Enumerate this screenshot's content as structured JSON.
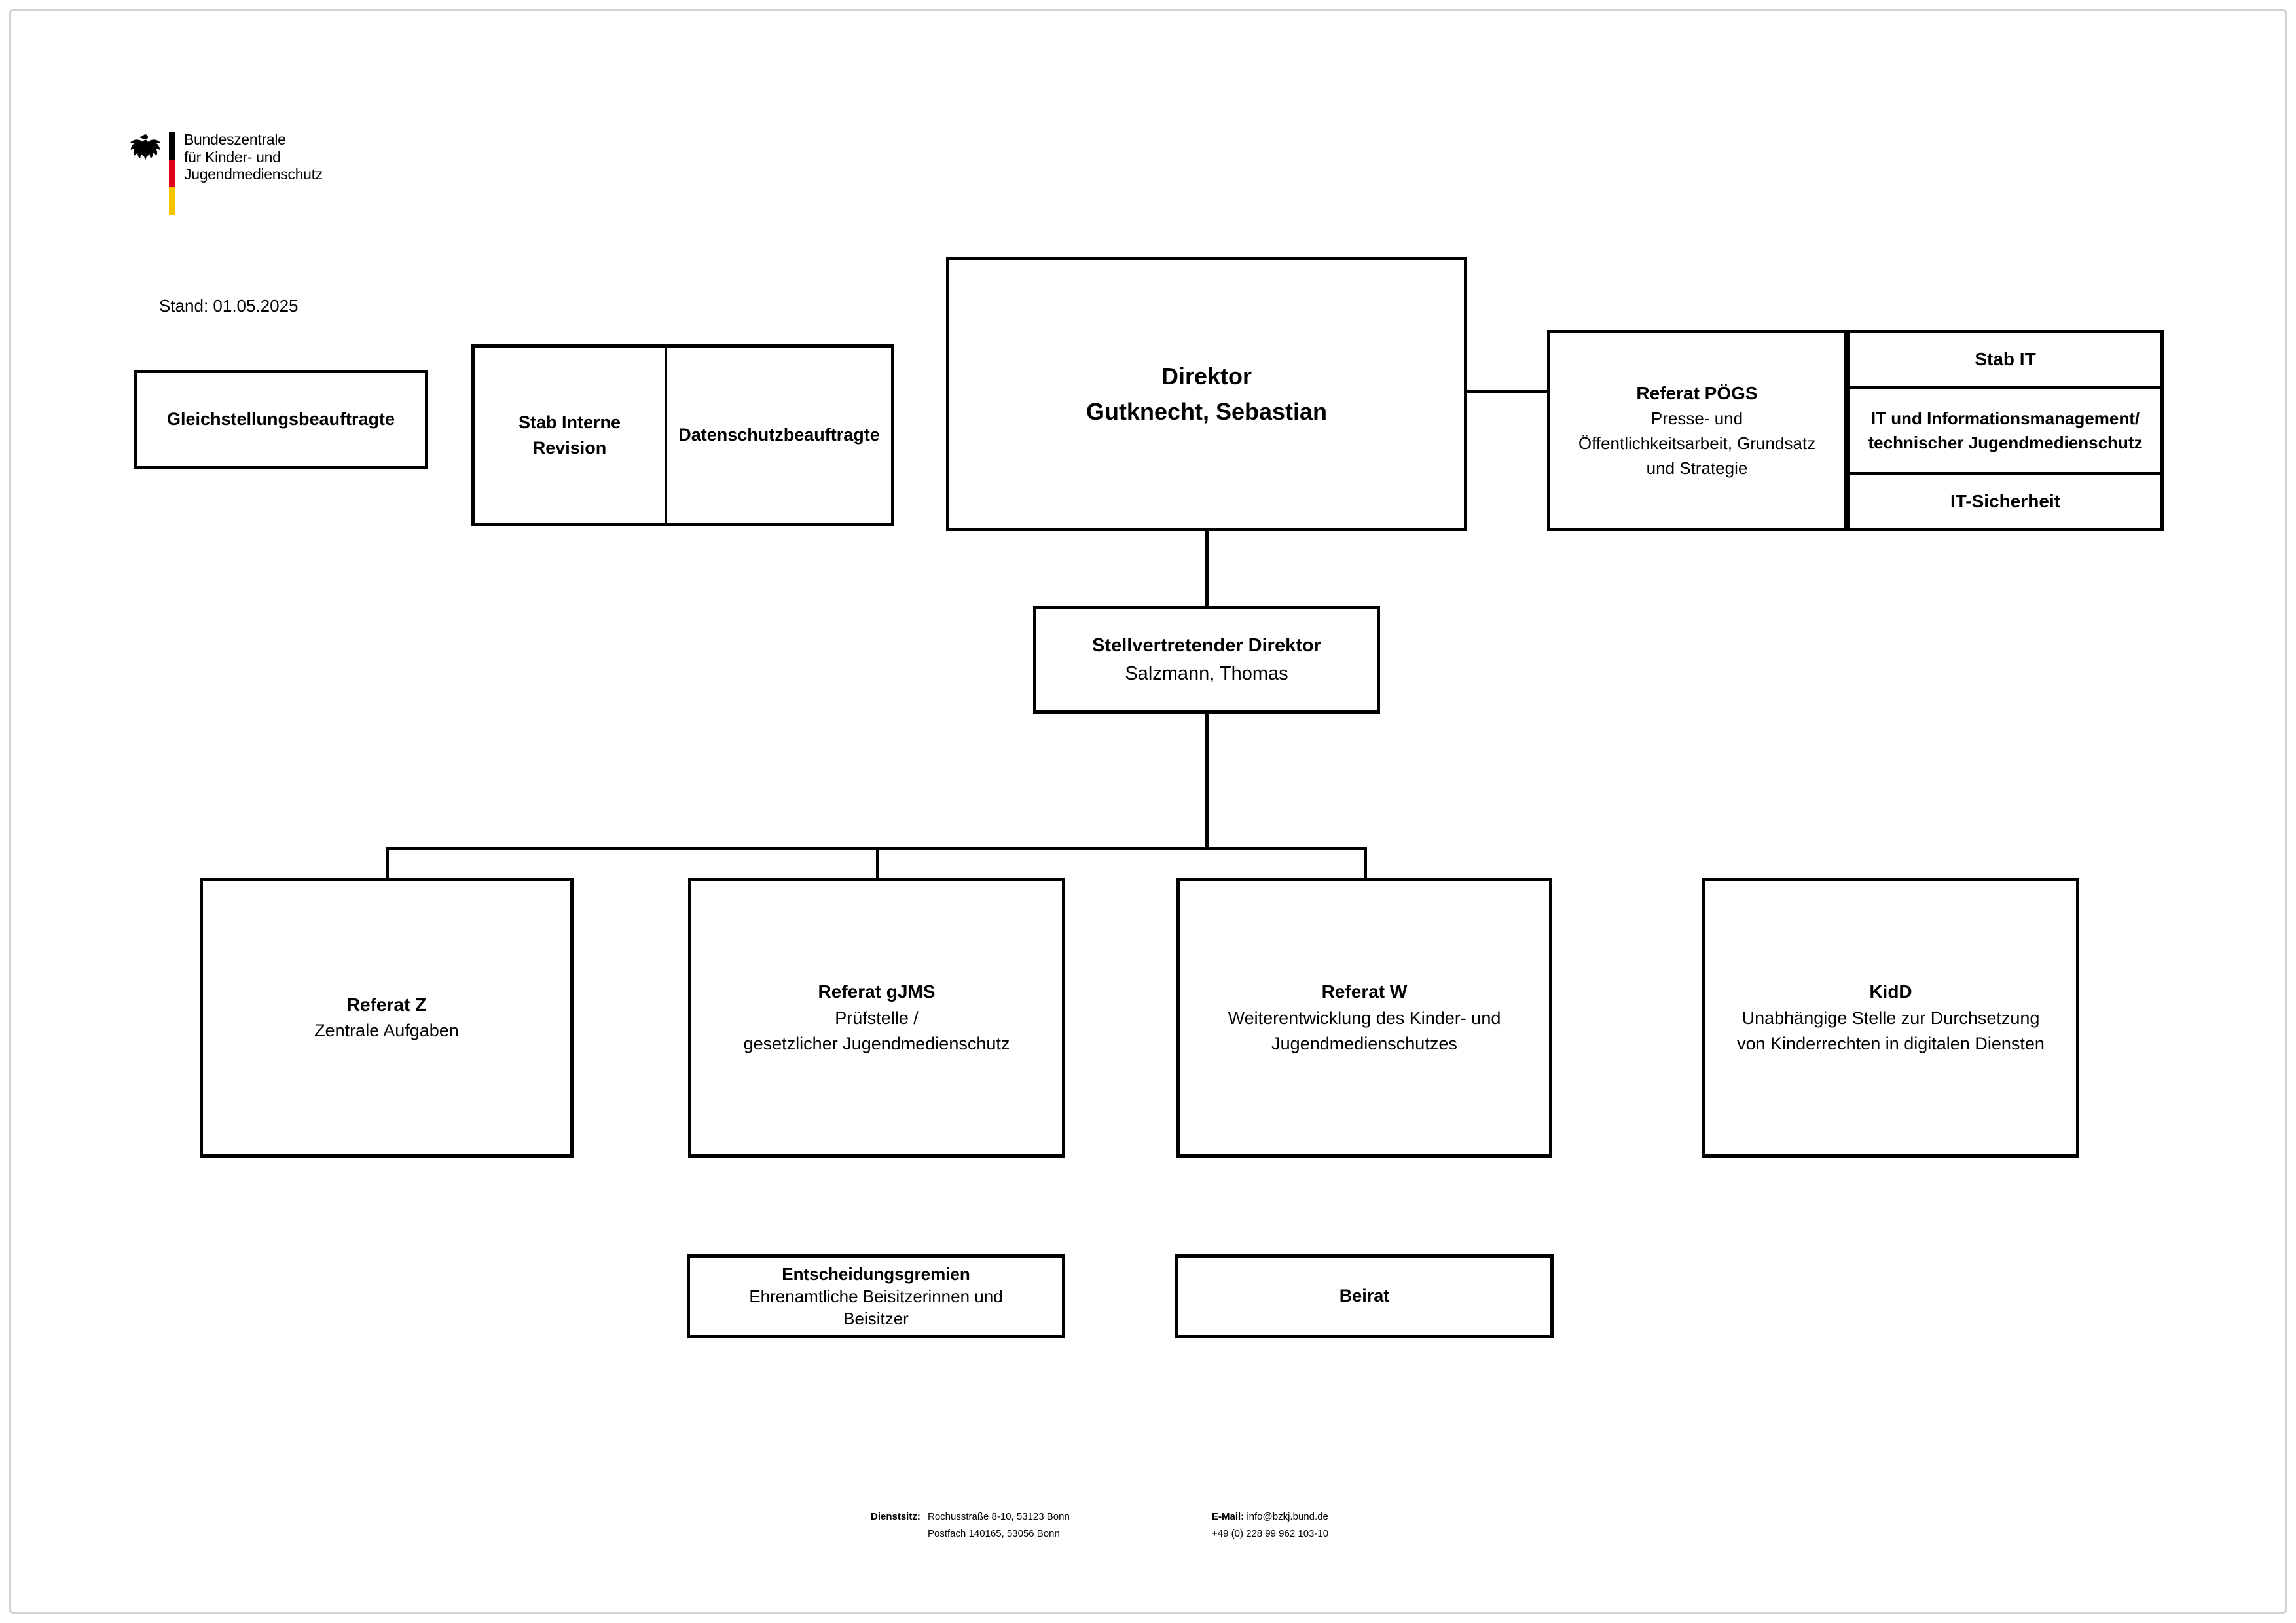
{
  "page": {
    "stand": "Stand: 01.05.2025"
  },
  "logo": {
    "line1": "Bundeszentrale",
    "line2": "für Kinder- und",
    "line3": "Jugendmedienschutz",
    "flag_colors": {
      "black": "#000000",
      "red": "#e2001a",
      "gold": "#f6c500"
    }
  },
  "colors": {
    "box_border": "#000000",
    "connector": "#000000",
    "page_frame": "#cfd3d8"
  },
  "boxes": {
    "gleichstellung": {
      "title": "Gleichstellungsbeauftragte"
    },
    "stab_interne_revision": {
      "line1": "Stab Interne",
      "line2": "Revision"
    },
    "datenschutz": {
      "title": "Datenschutzbeauftragte"
    },
    "direktor": {
      "title": "Direktor",
      "name": "Gutknecht, Sebastian"
    },
    "pogs": {
      "title": "Referat PÖGS",
      "lines": [
        "Presse- und",
        "Öffentlichkeitsarbeit, Grundsatz",
        "und Strategie"
      ]
    },
    "stab_it": {
      "title": "Stab IT"
    },
    "it_infomanagement": {
      "lines": [
        "IT und Informationsmanagement/",
        "technischer Jugendmedienschutz"
      ]
    },
    "it_sicherheit": {
      "title": "IT-Sicherheit"
    },
    "stellv_direktor": {
      "title": "Stellvertretender Direktor",
      "name": "Salzmann, Thomas"
    },
    "referat_z": {
      "title": "Referat Z",
      "lines": [
        "Zentrale Aufgaben"
      ]
    },
    "referat_gjms": {
      "title": "Referat gJMS",
      "lines": [
        "Prüfstelle /",
        "gesetzlicher Jugendmedienschutz"
      ]
    },
    "referat_w": {
      "title": "Referat W",
      "lines": [
        "Weiterentwicklung des Kinder- und",
        "Jugendmedienschutzes"
      ]
    },
    "kidd": {
      "title": "KidD",
      "lines": [
        "Unabhängige Stelle zur Durchsetzung",
        "von Kinderrechten in digitalen Diensten"
      ]
    },
    "entscheidungsgremien": {
      "title": "Entscheidungsgremien",
      "lines": [
        "Ehrenamtliche Beisitzerinnen und",
        "Beisitzer"
      ]
    },
    "beirat": {
      "title": "Beirat"
    }
  },
  "footer": {
    "dienstsitz_label": "Dienstsitz:",
    "address_line1": "Rochusstraße 8-10, 53123 Bonn",
    "address_line2": "Postfach 140165, 53056 Bonn",
    "email_label": "E-Mail:",
    "email": "info@bzkj.bund.de",
    "phone": "+49 (0) 228 99 962 103-10"
  }
}
